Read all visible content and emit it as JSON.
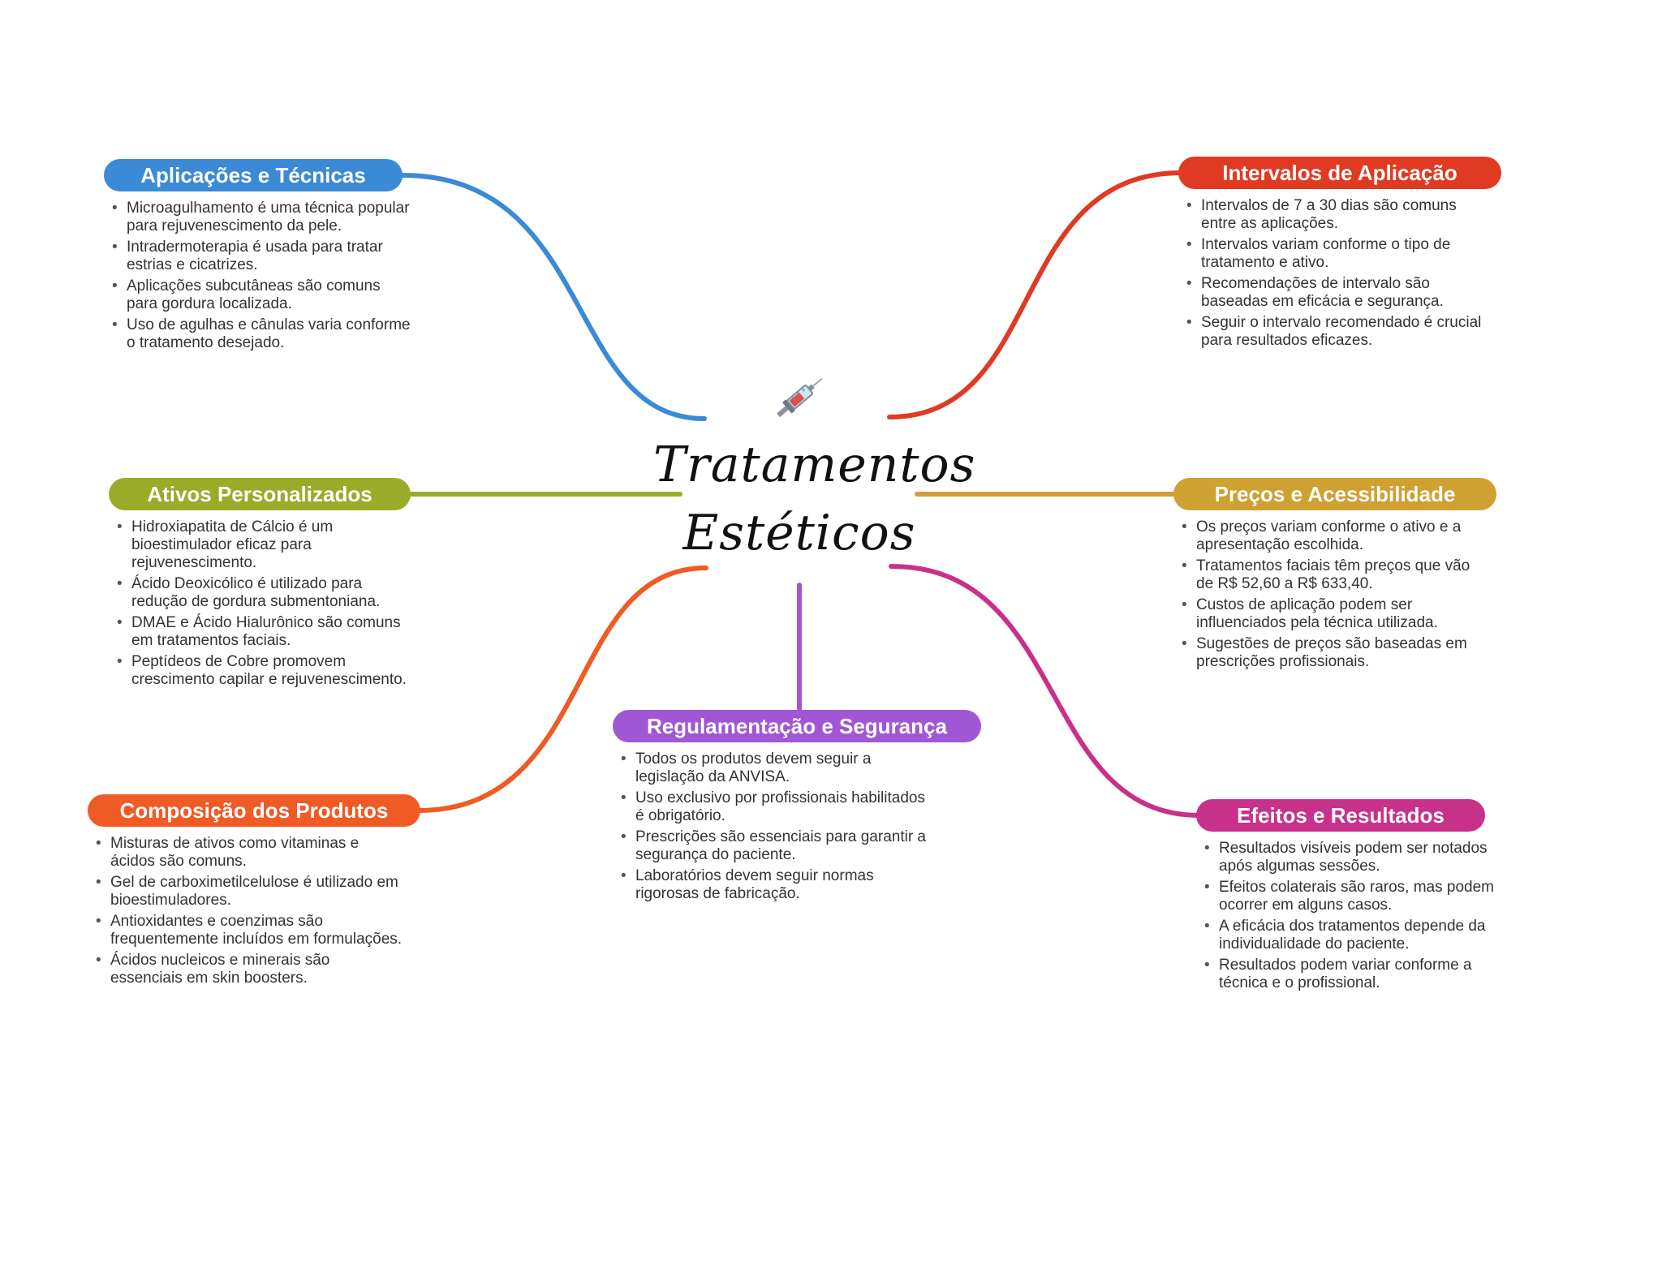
{
  "center": {
    "title": "Tratamentos\nEstéticos",
    "icon": "syringe-icon"
  },
  "branches": [
    {
      "key": "aplicacoes",
      "title": "Aplicações e Técnicas",
      "color": "#3a8ad6",
      "items": [
        "Microagulhamento é uma técnica popular para rejuvenescimento da pele.",
        "Intradermoterapia é usada para tratar estrias e cicatrizes.",
        "Aplicações subcutâneas são comuns para gordura localizada.",
        "Uso de agulhas e cânulas varia conforme o tratamento desejado."
      ]
    },
    {
      "key": "intervalos",
      "title": "Intervalos de Aplicação",
      "color": "#e03a23",
      "items": [
        "Intervalos de 7 a 30 dias são comuns entre as aplicações.",
        "Intervalos variam conforme o tipo de tratamento e ativo.",
        "Recomendações de intervalo são baseadas em eficácia e segurança.",
        "Seguir o intervalo recomendado é crucial para resultados eficazes."
      ]
    },
    {
      "key": "ativos",
      "title": "Ativos Personalizados",
      "color": "#9aab2a",
      "items": [
        "Hidroxiapatita de Cálcio é um bioestimulador eficaz para rejuvenescimento.",
        "Ácido Deoxicólico é utilizado para redução de gordura submentoniana.",
        "DMAE e Ácido Hialurônico são comuns em tratamentos faciais.",
        "Peptídeos de Cobre promovem crescimento capilar e rejuvenescimento."
      ]
    },
    {
      "key": "precos",
      "title": "Preços e Acessibilidade",
      "color": "#cfa032",
      "items": [
        "Os preços variam conforme o ativo e a apresentação escolhida.",
        "Tratamentos faciais têm preços que vão de R$ 52,60 a R$ 633,40.",
        "Custos de aplicação podem ser influenciados pela técnica utilizada.",
        "Sugestões de preços são baseadas em prescrições profissionais."
      ]
    },
    {
      "key": "composicao",
      "title": "Composição dos Produtos",
      "color": "#f05a24",
      "items": [
        "Misturas de ativos como vitaminas e ácidos são comuns.",
        "Gel de carboximetilcelulose é utilizado em bioestimuladores.",
        "Antioxidantes e coenzimas são frequentemente incluídos em formulações.",
        "Ácidos nucleicos e minerais são essenciais em skin boosters."
      ]
    },
    {
      "key": "regulamentacao",
      "title": "Regulamentação e Segurança",
      "color": "#a157d4",
      "items": [
        "Todos os produtos devem seguir a legislação da ANVISA.",
        "Uso exclusivo por profissionais habilitados é obrigatório.",
        "Prescrições são essenciais para garantir a segurança do paciente.",
        "Laboratórios devem seguir normas rigorosas de fabricação."
      ]
    },
    {
      "key": "efeitos",
      "title": "Efeitos e Resultados",
      "color": "#c8318a",
      "items": [
        "Resultados visíveis podem ser notados após algumas sessões.",
        "Efeitos colaterais são raros, mas podem ocorrer em alguns casos.",
        "A eficácia dos tratamentos depende da individualidade do paciente.",
        "Resultados podem variar conforme a técnica e o profissional."
      ]
    }
  ]
}
